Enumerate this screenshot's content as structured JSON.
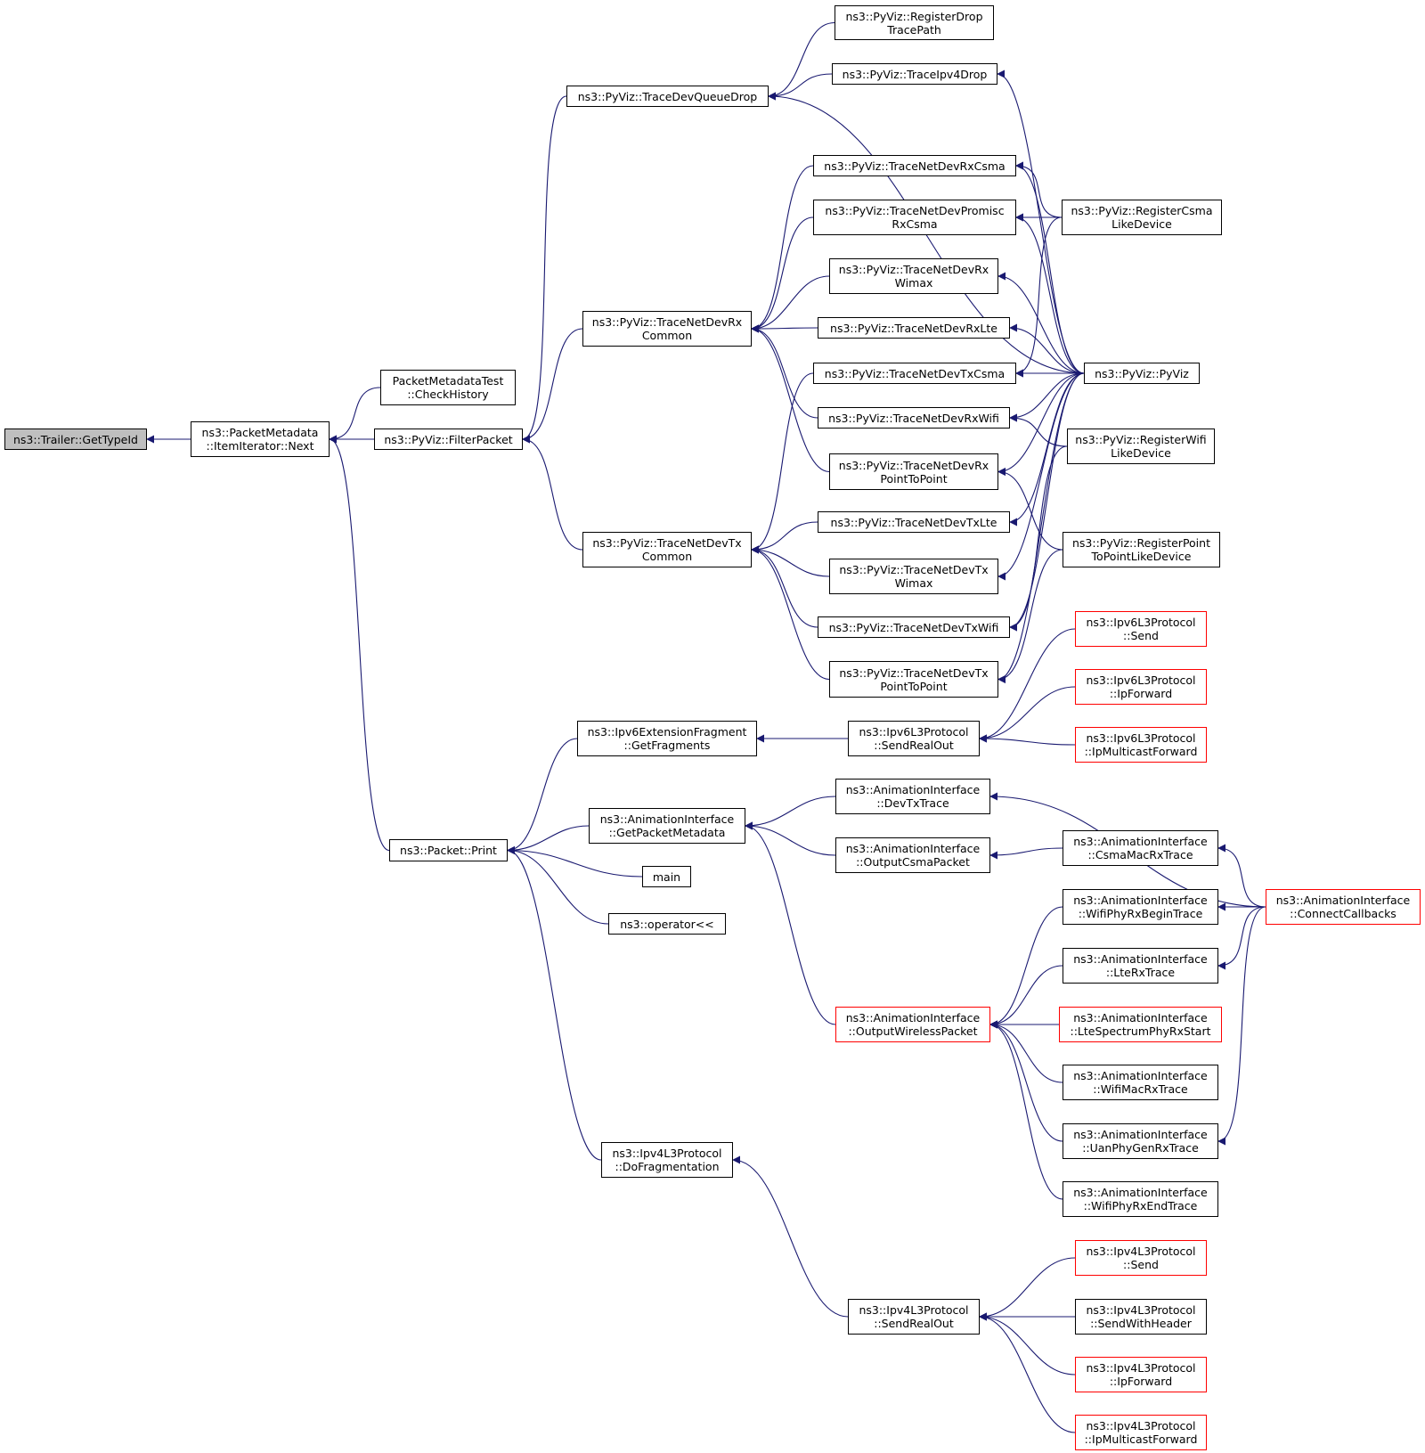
{
  "colors": {
    "edge": "#191970",
    "node_border": "#000000",
    "truncated_border": "#ff0000",
    "root_fill": "#bfbfbf",
    "background": "#ffffff"
  },
  "nodes": {
    "trailer_gettypeid": {
      "text": "ns3::Trailer::GetTypeId",
      "kind": "root"
    },
    "packetmetadata_next": {
      "text": "ns3::PacketMetadata\n::ItemIterator::Next",
      "kind": "normal"
    },
    "packetmetadatatest_checkhistory": {
      "text": "PacketMetadataTest\n::CheckHistory",
      "kind": "normal"
    },
    "pyviz_filterpacket": {
      "text": "ns3::PyViz::FilterPacket",
      "kind": "normal"
    },
    "pyviz_tracedevqueuedrop": {
      "text": "ns3::PyViz::TraceDevQueueDrop",
      "kind": "normal"
    },
    "pyviz_registerdroptracepath": {
      "text": "ns3::PyViz::RegisterDrop\nTracePath",
      "kind": "normal"
    },
    "pyviz_traceipv4drop": {
      "text": "ns3::PyViz::TraceIpv4Drop",
      "kind": "normal"
    },
    "pyviz_tracenetdevrxcsma": {
      "text": "ns3::PyViz::TraceNetDevRxCsma",
      "kind": "normal"
    },
    "pyviz_tracenetdevpromiscrxcsma": {
      "text": "ns3::PyViz::TraceNetDevPromisc\nRxCsma",
      "kind": "normal"
    },
    "pyviz_registercsmalikedevice": {
      "text": "ns3::PyViz::RegisterCsma\nLikeDevice",
      "kind": "normal"
    },
    "pyviz_tracenetdevrxwimax": {
      "text": "ns3::PyViz::TraceNetDevRx\nWimax",
      "kind": "normal"
    },
    "pyviz_tracenetdevrxcommon": {
      "text": "ns3::PyViz::TraceNetDevRx\nCommon",
      "kind": "normal"
    },
    "pyviz_tracenetdevrxlte": {
      "text": "ns3::PyViz::TraceNetDevRxLte",
      "kind": "normal"
    },
    "pyviz_tracenetdevtxcsma": {
      "text": "ns3::PyViz::TraceNetDevTxCsma",
      "kind": "normal"
    },
    "pyviz_pyviz": {
      "text": "ns3::PyViz::PyViz",
      "kind": "normal"
    },
    "pyviz_tracenetdevrxwifi": {
      "text": "ns3::PyViz::TraceNetDevRxWifi",
      "kind": "normal"
    },
    "pyviz_registerwifilikedevice": {
      "text": "ns3::PyViz::RegisterWifi\nLikeDevice",
      "kind": "normal"
    },
    "pyviz_tracenetdevrxpointtopoint": {
      "text": "ns3::PyViz::TraceNetDevRx\nPointToPoint",
      "kind": "normal"
    },
    "pyviz_tracenetdevtxlte": {
      "text": "ns3::PyViz::TraceNetDevTxLte",
      "kind": "normal"
    },
    "pyviz_tracenetdevtxcommon": {
      "text": "ns3::PyViz::TraceNetDevTx\nCommon",
      "kind": "normal"
    },
    "pyviz_registerpointtopointlikedevice": {
      "text": "ns3::PyViz::RegisterPoint\nToPointLikeDevice",
      "kind": "normal"
    },
    "pyviz_tracenetdevtxwimax": {
      "text": "ns3::PyViz::TraceNetDevTx\nWimax",
      "kind": "normal"
    },
    "pyviz_tracenetdevtxwifi": {
      "text": "ns3::PyViz::TraceNetDevTxWifi",
      "kind": "normal"
    },
    "pyviz_tracenetdevtxpointtopoint": {
      "text": "ns3::PyViz::TraceNetDevTx\nPointToPoint",
      "kind": "normal"
    },
    "ipv6l3_send": {
      "text": "ns3::Ipv6L3Protocol\n::Send",
      "kind": "truncated"
    },
    "ipv6l3_ipforward": {
      "text": "ns3::Ipv6L3Protocol\n::IpForward",
      "kind": "truncated"
    },
    "ipv6extensionfragment_getfragments": {
      "text": "ns3::Ipv6ExtensionFragment\n::GetFragments",
      "kind": "normal"
    },
    "ipv6l3_sendrealout": {
      "text": "ns3::Ipv6L3Protocol\n::SendRealOut",
      "kind": "normal"
    },
    "ipv6l3_ipmulticastforward": {
      "text": "ns3::Ipv6L3Protocol\n::IpMulticastForward",
      "kind": "truncated"
    },
    "anim_devtxtrace": {
      "text": "ns3::AnimationInterface\n::DevTxTrace",
      "kind": "normal"
    },
    "anim_getpacketmetadata": {
      "text": "ns3::AnimationInterface\n::GetPacketMetadata",
      "kind": "normal"
    },
    "packet_print": {
      "text": "ns3::Packet::Print",
      "kind": "normal"
    },
    "anim_outputcsmapacket": {
      "text": "ns3::AnimationInterface\n::OutputCsmaPacket",
      "kind": "normal"
    },
    "anim_csmamacrxtrace": {
      "text": "ns3::AnimationInterface\n::CsmaMacRxTrace",
      "kind": "normal"
    },
    "main": {
      "text": "main",
      "kind": "normal"
    },
    "operator_shift": {
      "text": "ns3::operator<<",
      "kind": "normal"
    },
    "anim_wifiphyrxbegintrace": {
      "text": "ns3::AnimationInterface\n::WifiPhyRxBeginTrace",
      "kind": "normal"
    },
    "anim_connectcallbacks": {
      "text": "ns3::AnimationInterface\n::ConnectCallbacks",
      "kind": "truncated"
    },
    "anim_lterxtrace": {
      "text": "ns3::AnimationInterface\n::LteRxTrace",
      "kind": "normal"
    },
    "anim_outputwirelesspacket": {
      "text": "ns3::AnimationInterface\n::OutputWirelessPacket",
      "kind": "truncated"
    },
    "anim_ltespectrumphyrxstart": {
      "text": "ns3::AnimationInterface\n::LteSpectrumPhyRxStart",
      "kind": "truncated"
    },
    "anim_wifimacrxtrace": {
      "text": "ns3::AnimationInterface\n::WifiMacRxTrace",
      "kind": "normal"
    },
    "anim_uanphygenrxtrace": {
      "text": "ns3::AnimationInterface\n::UanPhyGenRxTrace",
      "kind": "normal"
    },
    "ipv4l3_dofragmentation": {
      "text": "ns3::Ipv4L3Protocol\n::DoFragmentation",
      "kind": "normal"
    },
    "anim_wifiphyrxendtrace": {
      "text": "ns3::AnimationInterface\n::WifiPhyRxEndTrace",
      "kind": "normal"
    },
    "ipv4l3_send": {
      "text": "ns3::Ipv4L3Protocol\n::Send",
      "kind": "truncated"
    },
    "ipv4l3_sendrealout": {
      "text": "ns3::Ipv4L3Protocol\n::SendRealOut",
      "kind": "normal"
    },
    "ipv4l3_sendwithheader": {
      "text": "ns3::Ipv4L3Protocol\n::SendWithHeader",
      "kind": "normal"
    },
    "ipv4l3_ipforward": {
      "text": "ns3::Ipv4L3Protocol\n::IpForward",
      "kind": "truncated"
    },
    "ipv4l3_ipmulticastforward": {
      "text": "ns3::Ipv4L3Protocol\n::IpMulticastForward",
      "kind": "truncated"
    }
  },
  "edges": [
    [
      "packetmetadata_next",
      "trailer_gettypeid"
    ],
    [
      "packetmetadatatest_checkhistory",
      "packetmetadata_next"
    ],
    [
      "pyviz_filterpacket",
      "packetmetadata_next"
    ],
    [
      "packet_print",
      "packetmetadata_next"
    ],
    [
      "pyviz_tracedevqueuedrop",
      "pyviz_filterpacket"
    ],
    [
      "pyviz_tracenetdevrxcommon",
      "pyviz_filterpacket"
    ],
    [
      "pyviz_tracenetdevtxcommon",
      "pyviz_filterpacket"
    ],
    [
      "pyviz_registerdroptracepath",
      "pyviz_tracedevqueuedrop"
    ],
    [
      "pyviz_traceipv4drop",
      "pyviz_tracedevqueuedrop"
    ],
    [
      "pyviz_pyviz",
      "pyviz_tracedevqueuedrop"
    ],
    [
      "pyviz_pyviz",
      "pyviz_traceipv4drop"
    ],
    [
      "pyviz_tracenetdevrxcsma",
      "pyviz_tracenetdevrxcommon"
    ],
    [
      "pyviz_tracenetdevpromiscrxcsma",
      "pyviz_tracenetdevrxcommon"
    ],
    [
      "pyviz_tracenetdevrxwimax",
      "pyviz_tracenetdevrxcommon"
    ],
    [
      "pyviz_tracenetdevrxlte",
      "pyviz_tracenetdevrxcommon"
    ],
    [
      "pyviz_tracenetdevrxwifi",
      "pyviz_tracenetdevrxcommon"
    ],
    [
      "pyviz_tracenetdevrxpointtopoint",
      "pyviz_tracenetdevrxcommon"
    ],
    [
      "pyviz_registercsmalikedevice",
      "pyviz_tracenetdevrxcsma"
    ],
    [
      "pyviz_pyviz",
      "pyviz_tracenetdevrxcsma"
    ],
    [
      "pyviz_registercsmalikedevice",
      "pyviz_tracenetdevpromiscrxcsma"
    ],
    [
      "pyviz_pyviz",
      "pyviz_tracenetdevpromiscrxcsma"
    ],
    [
      "pyviz_pyviz",
      "pyviz_tracenetdevrxwimax"
    ],
    [
      "pyviz_pyviz",
      "pyviz_tracenetdevrxlte"
    ],
    [
      "pyviz_registercsmalikedevice",
      "pyviz_tracenetdevtxcsma"
    ],
    [
      "pyviz_pyviz",
      "pyviz_tracenetdevtxcsma"
    ],
    [
      "pyviz_registerwifilikedevice",
      "pyviz_tracenetdevrxwifi"
    ],
    [
      "pyviz_pyviz",
      "pyviz_tracenetdevrxwifi"
    ],
    [
      "pyviz_registerpointtopointlikedevice",
      "pyviz_tracenetdevrxpointtopoint"
    ],
    [
      "pyviz_pyviz",
      "pyviz_tracenetdevrxpointtopoint"
    ],
    [
      "pyviz_tracenetdevtxcsma",
      "pyviz_tracenetdevtxcommon"
    ],
    [
      "pyviz_tracenetdevtxlte",
      "pyviz_tracenetdevtxcommon"
    ],
    [
      "pyviz_tracenetdevtxwimax",
      "pyviz_tracenetdevtxcommon"
    ],
    [
      "pyviz_tracenetdevtxwifi",
      "pyviz_tracenetdevtxcommon"
    ],
    [
      "pyviz_tracenetdevtxpointtopoint",
      "pyviz_tracenetdevtxcommon"
    ],
    [
      "pyviz_pyviz",
      "pyviz_tracenetdevtxlte"
    ],
    [
      "pyviz_pyviz",
      "pyviz_tracenetdevtxwimax"
    ],
    [
      "pyviz_pyviz",
      "pyviz_tracenetdevtxwifi"
    ],
    [
      "pyviz_registerwifilikedevice",
      "pyviz_tracenetdevtxwifi"
    ],
    [
      "pyviz_pyviz",
      "pyviz_tracenetdevtxpointtopoint"
    ],
    [
      "pyviz_registerpointtopointlikedevice",
      "pyviz_tracenetdevtxpointtopoint"
    ],
    [
      "ipv6extensionfragment_getfragments",
      "packet_print"
    ],
    [
      "anim_getpacketmetadata",
      "packet_print"
    ],
    [
      "main",
      "packet_print"
    ],
    [
      "operator_shift",
      "packet_print"
    ],
    [
      "ipv4l3_dofragmentation",
      "packet_print"
    ],
    [
      "ipv6l3_sendrealout",
      "ipv6extensionfragment_getfragments"
    ],
    [
      "ipv6l3_send",
      "ipv6l3_sendrealout"
    ],
    [
      "ipv6l3_ipforward",
      "ipv6l3_sendrealout"
    ],
    [
      "ipv6l3_ipmulticastforward",
      "ipv6l3_sendrealout"
    ],
    [
      "anim_devtxtrace",
      "anim_getpacketmetadata"
    ],
    [
      "anim_outputcsmapacket",
      "anim_getpacketmetadata"
    ],
    [
      "anim_outputwirelesspacket",
      "anim_getpacketmetadata"
    ],
    [
      "anim_connectcallbacks",
      "anim_devtxtrace"
    ],
    [
      "anim_csmamacrxtrace",
      "anim_outputcsmapacket"
    ],
    [
      "anim_connectcallbacks",
      "anim_csmamacrxtrace"
    ],
    [
      "anim_connectcallbacks",
      "anim_wifiphyrxbegintrace"
    ],
    [
      "anim_connectcallbacks",
      "anim_lterxtrace"
    ],
    [
      "anim_connectcallbacks",
      "anim_uanphygenrxtrace"
    ],
    [
      "anim_wifiphyrxbegintrace",
      "anim_outputwirelesspacket"
    ],
    [
      "anim_lterxtrace",
      "anim_outputwirelesspacket"
    ],
    [
      "anim_ltespectrumphyrxstart",
      "anim_outputwirelesspacket"
    ],
    [
      "anim_wifimacrxtrace",
      "anim_outputwirelesspacket"
    ],
    [
      "anim_uanphygenrxtrace",
      "anim_outputwirelesspacket"
    ],
    [
      "anim_wifiphyrxendtrace",
      "anim_outputwirelesspacket"
    ],
    [
      "ipv4l3_sendrealout",
      "ipv4l3_dofragmentation"
    ],
    [
      "ipv4l3_send",
      "ipv4l3_sendrealout"
    ],
    [
      "ipv4l3_sendwithheader",
      "ipv4l3_sendrealout"
    ],
    [
      "ipv4l3_ipforward",
      "ipv4l3_sendrealout"
    ],
    [
      "ipv4l3_ipmulticastforward",
      "ipv4l3_sendrealout"
    ]
  ]
}
